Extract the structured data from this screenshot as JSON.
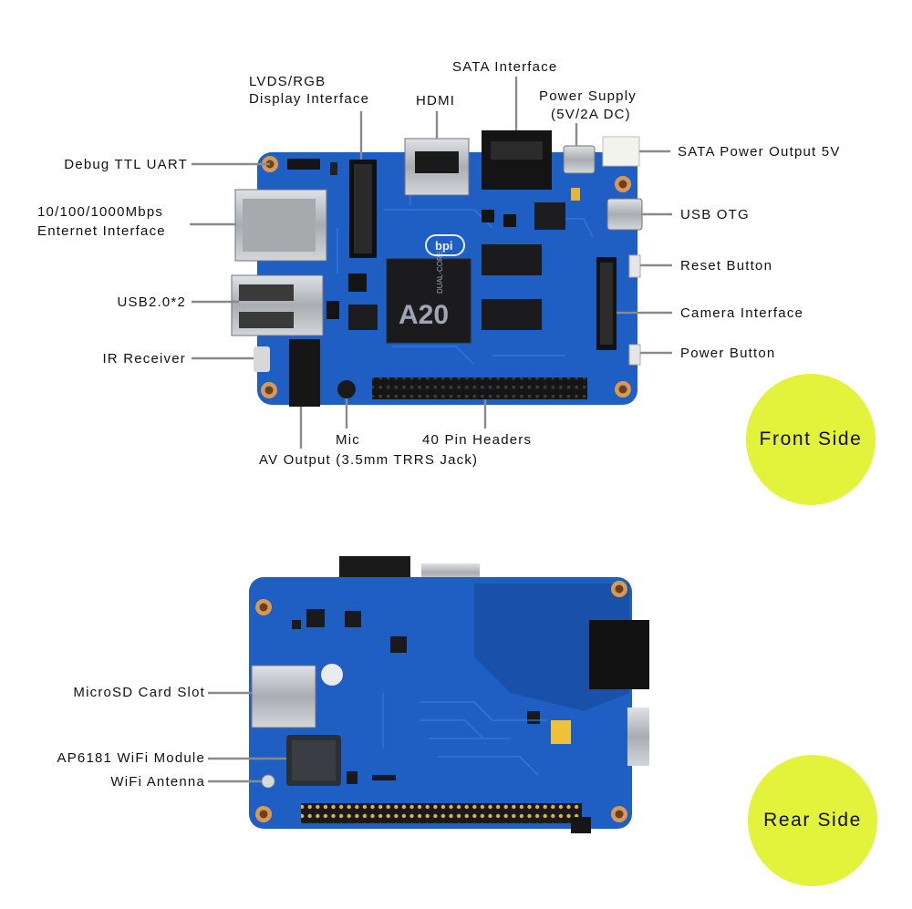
{
  "front": {
    "labels": {
      "lvds": [
        "LVDS/RGB",
        "Display Interface"
      ],
      "hdmi": "HDMI",
      "sata": "SATA Interface",
      "power_supply": [
        "Power Supply",
        "(5V/2A DC)"
      ],
      "sata_power": "SATA Power Output 5V",
      "debug_uart": "Debug TTL UART",
      "ethernet": [
        "10/100/1000Mbps",
        "Enternet Interface"
      ],
      "usb_otg": "USB OTG",
      "reset": "Reset Button",
      "usb2": "USB2.0*2",
      "camera": "Camera Interface",
      "ir": "IR Receiver",
      "power_button": "Power Button",
      "mic": "Mic",
      "pin_headers": "40 Pin Headers",
      "av_output": "AV Output (3.5mm TRRS Jack)"
    },
    "badge": "Front Side",
    "chip": {
      "brand": "A20",
      "line": "DUAL-CORE",
      "logo": "bpi"
    }
  },
  "rear": {
    "labels": {
      "microsd": "MicroSD Card Slot",
      "wifi_module": "AP6181 WiFi Module",
      "wifi_antenna": "WiFi Antenna"
    },
    "badge": "Rear Side"
  },
  "colors": {
    "pcb_blue": "#1f5fc4",
    "pcb_dark": "#174aa0",
    "badge_yellow": "#e3f23a",
    "leader_line": "#8a8a8a",
    "metal": "#b9bcc0",
    "chip_black": "#1b1b1d"
  }
}
